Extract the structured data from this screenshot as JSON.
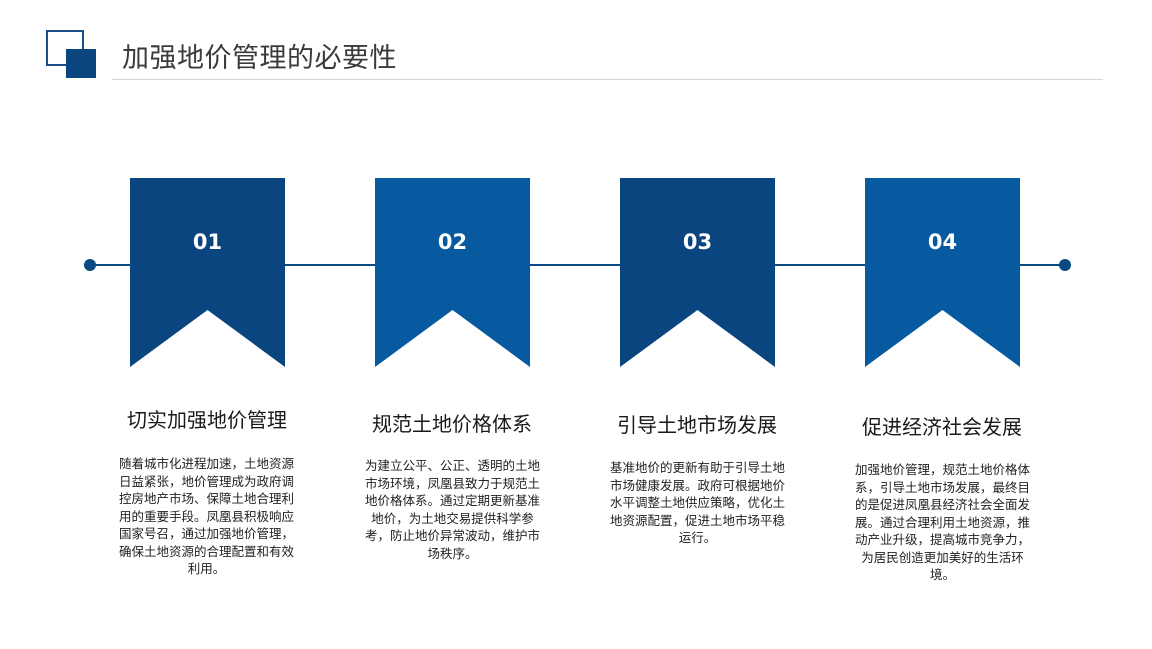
{
  "page": {
    "title": "加强地价管理的必要性"
  },
  "colors": {
    "dark": "#0a4580",
    "light": "#075aa0",
    "line": "#0a4a82"
  },
  "steps": [
    {
      "number": "01",
      "heading": "切实加强地价管理",
      "body": "随着城市化进程加速，土地资源日益紧张，地价管理成为政府调控房地产市场、保障土地合理利用的重要手段。凤凰县积极响应国家号召，通过加强地价管理，确保土地资源的合理配置和有效利用。"
    },
    {
      "number": "02",
      "heading": "规范土地价格体系",
      "body": "为建立公平、公正、透明的土地市场环境，凤凰县致力于规范土地价格体系。通过定期更新基准地价，为土地交易提供科学参考，防止地价异常波动，维护市场秩序。"
    },
    {
      "number": "03",
      "heading": "引导土地市场发展",
      "body": "基准地价的更新有助于引导土地市场健康发展。政府可根据地价水平调整土地供应策略，优化土地资源配置，促进土地市场平稳运行。"
    },
    {
      "number": "04",
      "heading": "促进经济社会发展",
      "body": "加强地价管理，规范土地价格体系，引导土地市场发展，最终目的是促进凤凰县经济社会全面发展。通过合理利用土地资源，推动产业升级，提高城市竞争力，为居民创造更加美好的生活环境。"
    }
  ]
}
